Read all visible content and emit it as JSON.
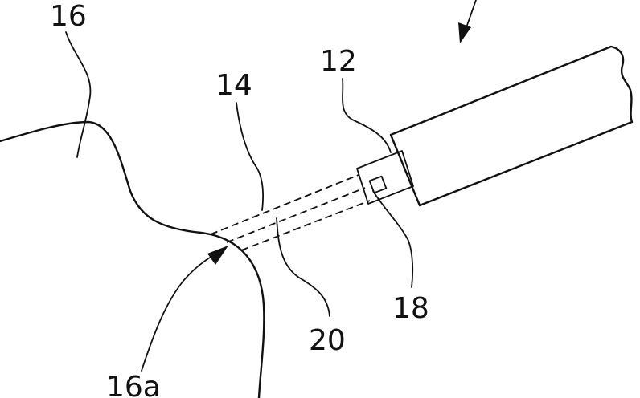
{
  "labels": {
    "tissue": "16",
    "instrument": "12",
    "beam_path": "14",
    "emitter": "18",
    "axis": "20",
    "target_point": "16a"
  }
}
